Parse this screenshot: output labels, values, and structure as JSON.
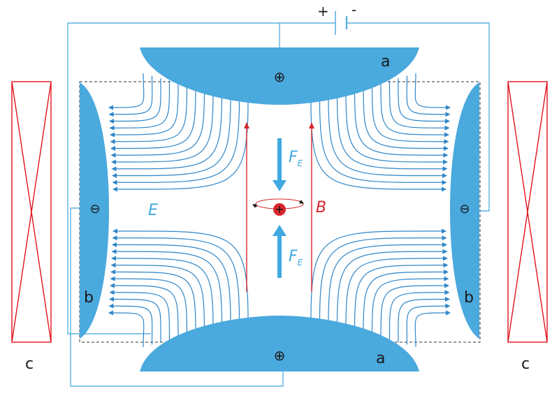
{
  "colors": {
    "electrode": "#4aa9dd",
    "wire": "#5ab3e0",
    "field_line": "#2f86c8",
    "magnetic": "#d8262d",
    "coil": "#e1141c",
    "force_arrow": "#3fa9e0",
    "particle": "#d8262d",
    "label_dark": "#1a1a1a"
  },
  "battery": {
    "plus_label": "+",
    "minus_label": "-"
  },
  "electrodes": {
    "top_label": "a",
    "bottom_label": "a",
    "left_label": "b",
    "right_label": "b",
    "positive_symbol": "⊕",
    "negative_symbol": "⊖"
  },
  "coils": {
    "left_label": "c",
    "right_label": "c"
  },
  "field_labels": {
    "electric": "E",
    "magnetic": "B",
    "force": "F",
    "force_sub": "E"
  },
  "icons": {
    "particle": "positive-ion-icon",
    "orbit": "gyration-orbit-icon"
  }
}
